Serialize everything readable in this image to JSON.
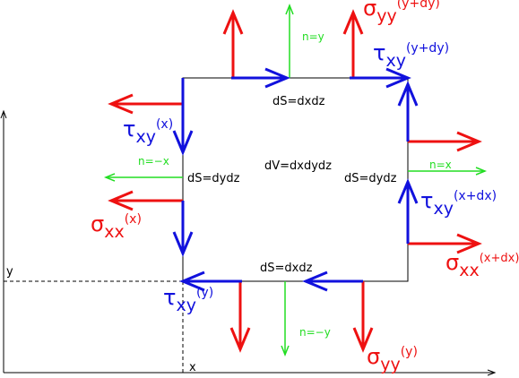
{
  "colors": {
    "sigma": "#ee1111",
    "tau": "#1111dd",
    "normal": "#22dd22",
    "frame": "#000000"
  },
  "labels": {
    "area_top": "dS=dxdz",
    "area_bottom": "dS=dxdz",
    "area_left": "dS=dydz",
    "area_right": "dS=dydz",
    "volume": "dV=dxdydz",
    "n_top": "n=y",
    "n_bottom": "n=−y",
    "n_left": "n=−x",
    "n_right": "n=x",
    "axis_x": "x",
    "axis_y": "y"
  },
  "stresses": {
    "sigma_yy_top": {
      "greek": "σ",
      "sub": "yy",
      "sup": "(y+dy)"
    },
    "tau_xy_top": {
      "greek": "τ",
      "sub": "xy",
      "sup": "(y+dy)"
    },
    "tau_xy_left": {
      "greek": "τ",
      "sub": "xy",
      "sup": "(x)"
    },
    "sigma_xx_left": {
      "greek": "σ",
      "sub": "xx",
      "sup": "(x)"
    },
    "tau_xy_right": {
      "greek": "τ",
      "sub": "xy",
      "sup": "(x+dx)"
    },
    "sigma_xx_right": {
      "greek": "σ",
      "sub": "xx",
      "sup": "(x+dx)"
    },
    "tau_xy_bottom": {
      "greek": "τ",
      "sub": "xy",
      "sup": "(y)"
    },
    "sigma_yy_bottom": {
      "greek": "σ",
      "sub": "yy",
      "sup": "(y)"
    }
  }
}
